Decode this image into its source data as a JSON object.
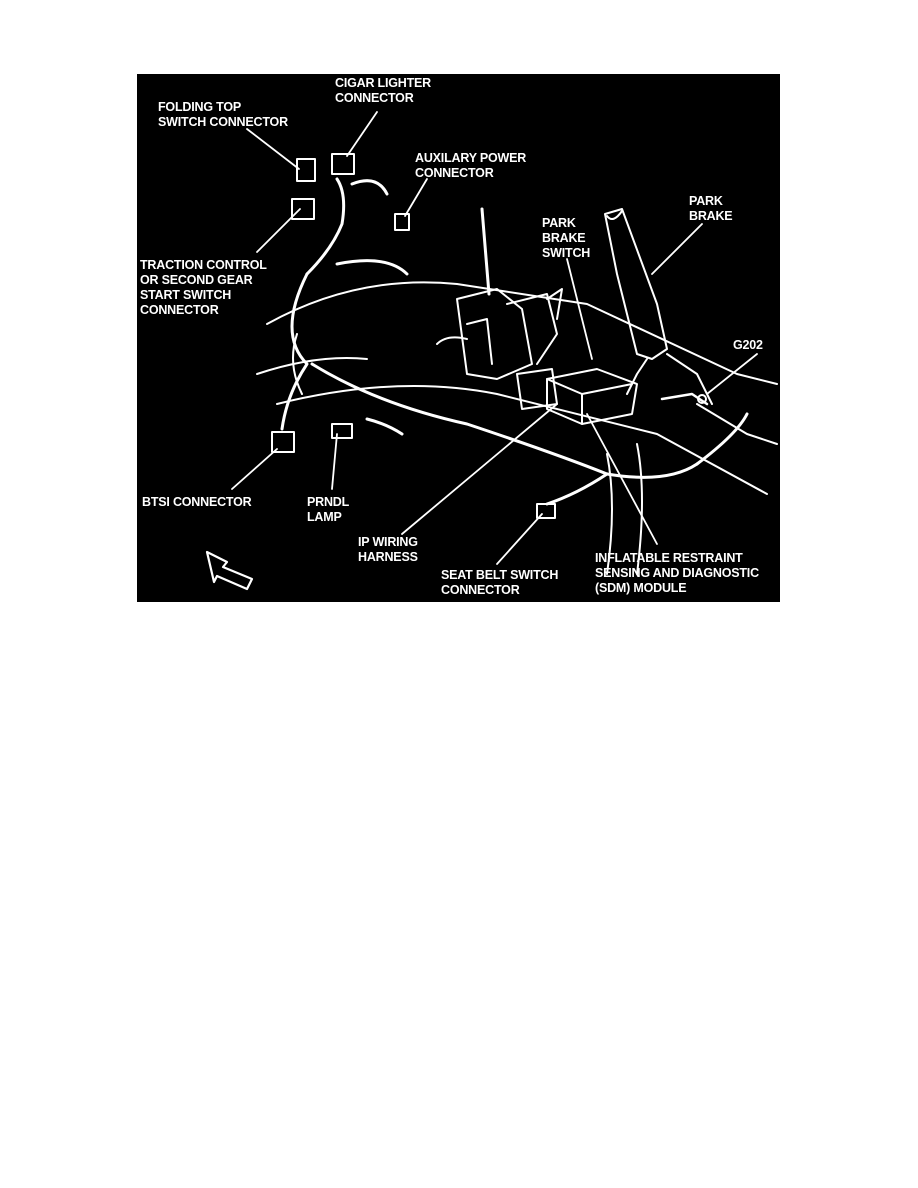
{
  "colors": {
    "background": "#000000",
    "linework": "#ffffff",
    "page": "#ffffff"
  },
  "labels": {
    "cigar_lighter": "CIGAR LIGHTER\nCONNECTOR",
    "folding_top": "FOLDING TOP\nSWITCH CONNECTOR",
    "auxiliary_power": "AUXILARY POWER\nCONNECTOR",
    "park_brake_switch": "PARK\nBRAKE\nSWITCH",
    "park_brake": "PARK\nBRAKE",
    "traction_control": "TRACTION CONTROL\nOR SECOND GEAR\nSTART SWITCH\nCONNECTOR",
    "g202": "G202",
    "btsi": "BTSI CONNECTOR",
    "prndl": "PRNDL\nLAMP",
    "ip_wiring": "IP WIRING\nHARNESS",
    "seat_belt": "SEAT BELT SWITCH\nCONNECTOR",
    "sdm": "INFLATABLE RESTRAINT\nSENSING AND DIAGNOSTIC\n(SDM) MODULE"
  },
  "icons": {
    "direction": "front-arrow-icon"
  }
}
